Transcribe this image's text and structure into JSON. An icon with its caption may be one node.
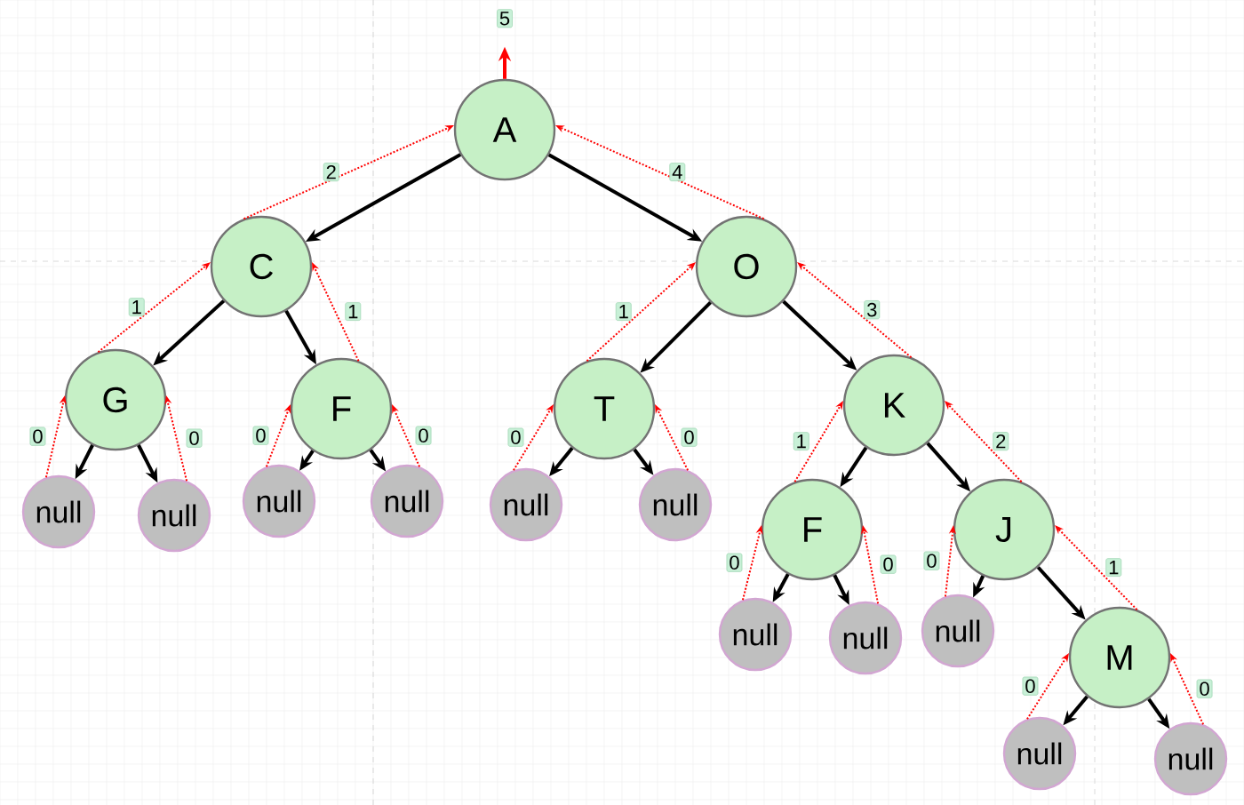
{
  "diagram": {
    "nodes": [
      {
        "text": [
          "A"
        ]
      },
      {
        "text": [
          "C"
        ]
      },
      {
        "text": [
          "O"
        ]
      },
      {
        "text": [
          "G"
        ]
      },
      {
        "text": [
          "F"
        ]
      },
      {
        "text": [
          "T"
        ]
      },
      {
        "text": [
          "K"
        ]
      },
      {
        "text": [
          "null"
        ]
      },
      {
        "text": [
          "null"
        ]
      },
      {
        "text": [
          "null"
        ]
      },
      {
        "text": [
          "null"
        ]
      },
      {
        "text": [
          "null"
        ]
      },
      {
        "text": [
          "null"
        ]
      },
      {
        "text": [
          "F"
        ]
      },
      {
        "text": [
          "J"
        ]
      },
      {
        "text": [
          "null"
        ]
      },
      {
        "text": [
          "null"
        ]
      },
      {
        "text": [
          "null"
        ]
      },
      {
        "text": [
          "M"
        ]
      },
      {
        "text": [
          "null"
        ]
      },
      {
        "text": [
          "null"
        ]
      }
    ],
    "edges": [
      {
        "from": 0,
        "to": null,
        "arrow": "to",
        "label": "5",
        "color": "#ff0000"
      },
      {
        "from": 0,
        "to": 1,
        "arrow": "to",
        "color": "#000000"
      },
      {
        "from": 0,
        "to": 2,
        "arrow": "to",
        "color": "#000000"
      },
      {
        "from": 1,
        "to": 3,
        "arrow": "to",
        "color": "#000000"
      },
      {
        "from": 1,
        "to": 4,
        "arrow": "to",
        "color": "#000000"
      },
      {
        "from": 2,
        "to": 5,
        "arrow": "to",
        "color": "#000000"
      },
      {
        "from": 2,
        "to": 6,
        "arrow": "to",
        "color": "#000000"
      },
      {
        "from": 3,
        "to": 7,
        "arrow": "to",
        "color": "#000000"
      },
      {
        "from": 3,
        "to": 8,
        "arrow": "to",
        "color": "#000000"
      },
      {
        "from": 4,
        "to": 9,
        "arrow": "to",
        "color": "#000000"
      },
      {
        "from": 4,
        "to": 10,
        "arrow": "to",
        "color": "#000000"
      },
      {
        "from": 5,
        "to": 11,
        "arrow": "to",
        "color": "#000000"
      },
      {
        "from": 5,
        "to": 12,
        "arrow": "to",
        "color": "#000000"
      },
      {
        "from": 6,
        "to": 13,
        "arrow": "to",
        "color": "#000000"
      },
      {
        "from": 6,
        "to": 14,
        "arrow": "to",
        "color": "#000000"
      },
      {
        "from": 13,
        "to": 15,
        "arrow": "to",
        "color": "#000000"
      },
      {
        "from": 13,
        "to": 16,
        "arrow": "to",
        "color": "#000000"
      },
      {
        "from": 14,
        "to": 17,
        "arrow": "to",
        "color": "#000000"
      },
      {
        "from": 14,
        "to": 18,
        "arrow": "to",
        "color": "#000000"
      },
      {
        "from": 18,
        "to": 19,
        "arrow": "to",
        "color": "#000000"
      },
      {
        "from": 18,
        "to": 20,
        "arrow": "to",
        "color": "#000000"
      },
      {
        "from": 1,
        "to": 0,
        "arrow": "to",
        "label": "2",
        "style": "dashed",
        "color": "#ff0000"
      },
      {
        "from": 2,
        "to": 0,
        "arrow": "to",
        "label": "4",
        "style": "dashed",
        "color": "#ff0000"
      },
      {
        "from": 3,
        "to": 1,
        "arrow": "to",
        "label": "1",
        "style": "dashed",
        "color": "#ff0000"
      },
      {
        "from": 4,
        "to": 1,
        "arrow": "to",
        "label": "1",
        "style": "dashed",
        "color": "#ff0000"
      },
      {
        "from": 5,
        "to": 2,
        "arrow": "to",
        "label": "1",
        "style": "dashed",
        "color": "#ff0000"
      },
      {
        "from": 6,
        "to": 2,
        "arrow": "to",
        "label": "3",
        "style": "dashed",
        "color": "#ff0000"
      },
      {
        "from": 7,
        "to": 3,
        "arrow": "to",
        "label": "0",
        "style": "dashed",
        "color": "#ff0000"
      },
      {
        "from": 8,
        "to": 3,
        "arrow": "to",
        "label": "0",
        "style": "dashed",
        "color": "#ff0000"
      },
      {
        "from": 9,
        "to": 4,
        "arrow": "to",
        "label": "0",
        "style": "dashed",
        "color": "#ff0000"
      },
      {
        "from": 10,
        "to": 4,
        "arrow": "to",
        "label": "0",
        "style": "dashed",
        "color": "#ff0000"
      },
      {
        "from": 11,
        "to": 5,
        "arrow": "to",
        "label": "0",
        "style": "dashed",
        "color": "#ff0000"
      },
      {
        "from": 12,
        "to": 5,
        "arrow": "to",
        "label": "0",
        "style": "dashed",
        "color": "#ff0000"
      },
      {
        "from": 13,
        "to": 6,
        "arrow": "to",
        "label": "1",
        "style": "dashed",
        "color": "#ff0000"
      },
      {
        "from": 14,
        "to": 6,
        "arrow": "to",
        "label": "2",
        "style": "dashed",
        "color": "#ff0000"
      },
      {
        "from": 15,
        "to": 13,
        "arrow": "to",
        "label": "0",
        "style": "dashed",
        "color": "#ff0000"
      },
      {
        "from": 16,
        "to": 13,
        "arrow": "to",
        "label": "0",
        "style": "dashed",
        "color": "#ff0000"
      },
      {
        "from": 17,
        "to": 14,
        "arrow": "to",
        "label": "0",
        "style": "dashed",
        "color": "#ff0000"
      },
      {
        "from": 18,
        "to": 14,
        "arrow": "to",
        "label": "1",
        "style": "dashed",
        "color": "#ff0000"
      },
      {
        "from": 19,
        "to": 18,
        "arrow": "to",
        "label": "0",
        "style": "dashed",
        "color": "#ff0000"
      },
      {
        "from": 20,
        "to": 18,
        "arrow": "to",
        "label": "0",
        "style": "dashed",
        "color": "#ff0000"
      }
    ]
  }
}
